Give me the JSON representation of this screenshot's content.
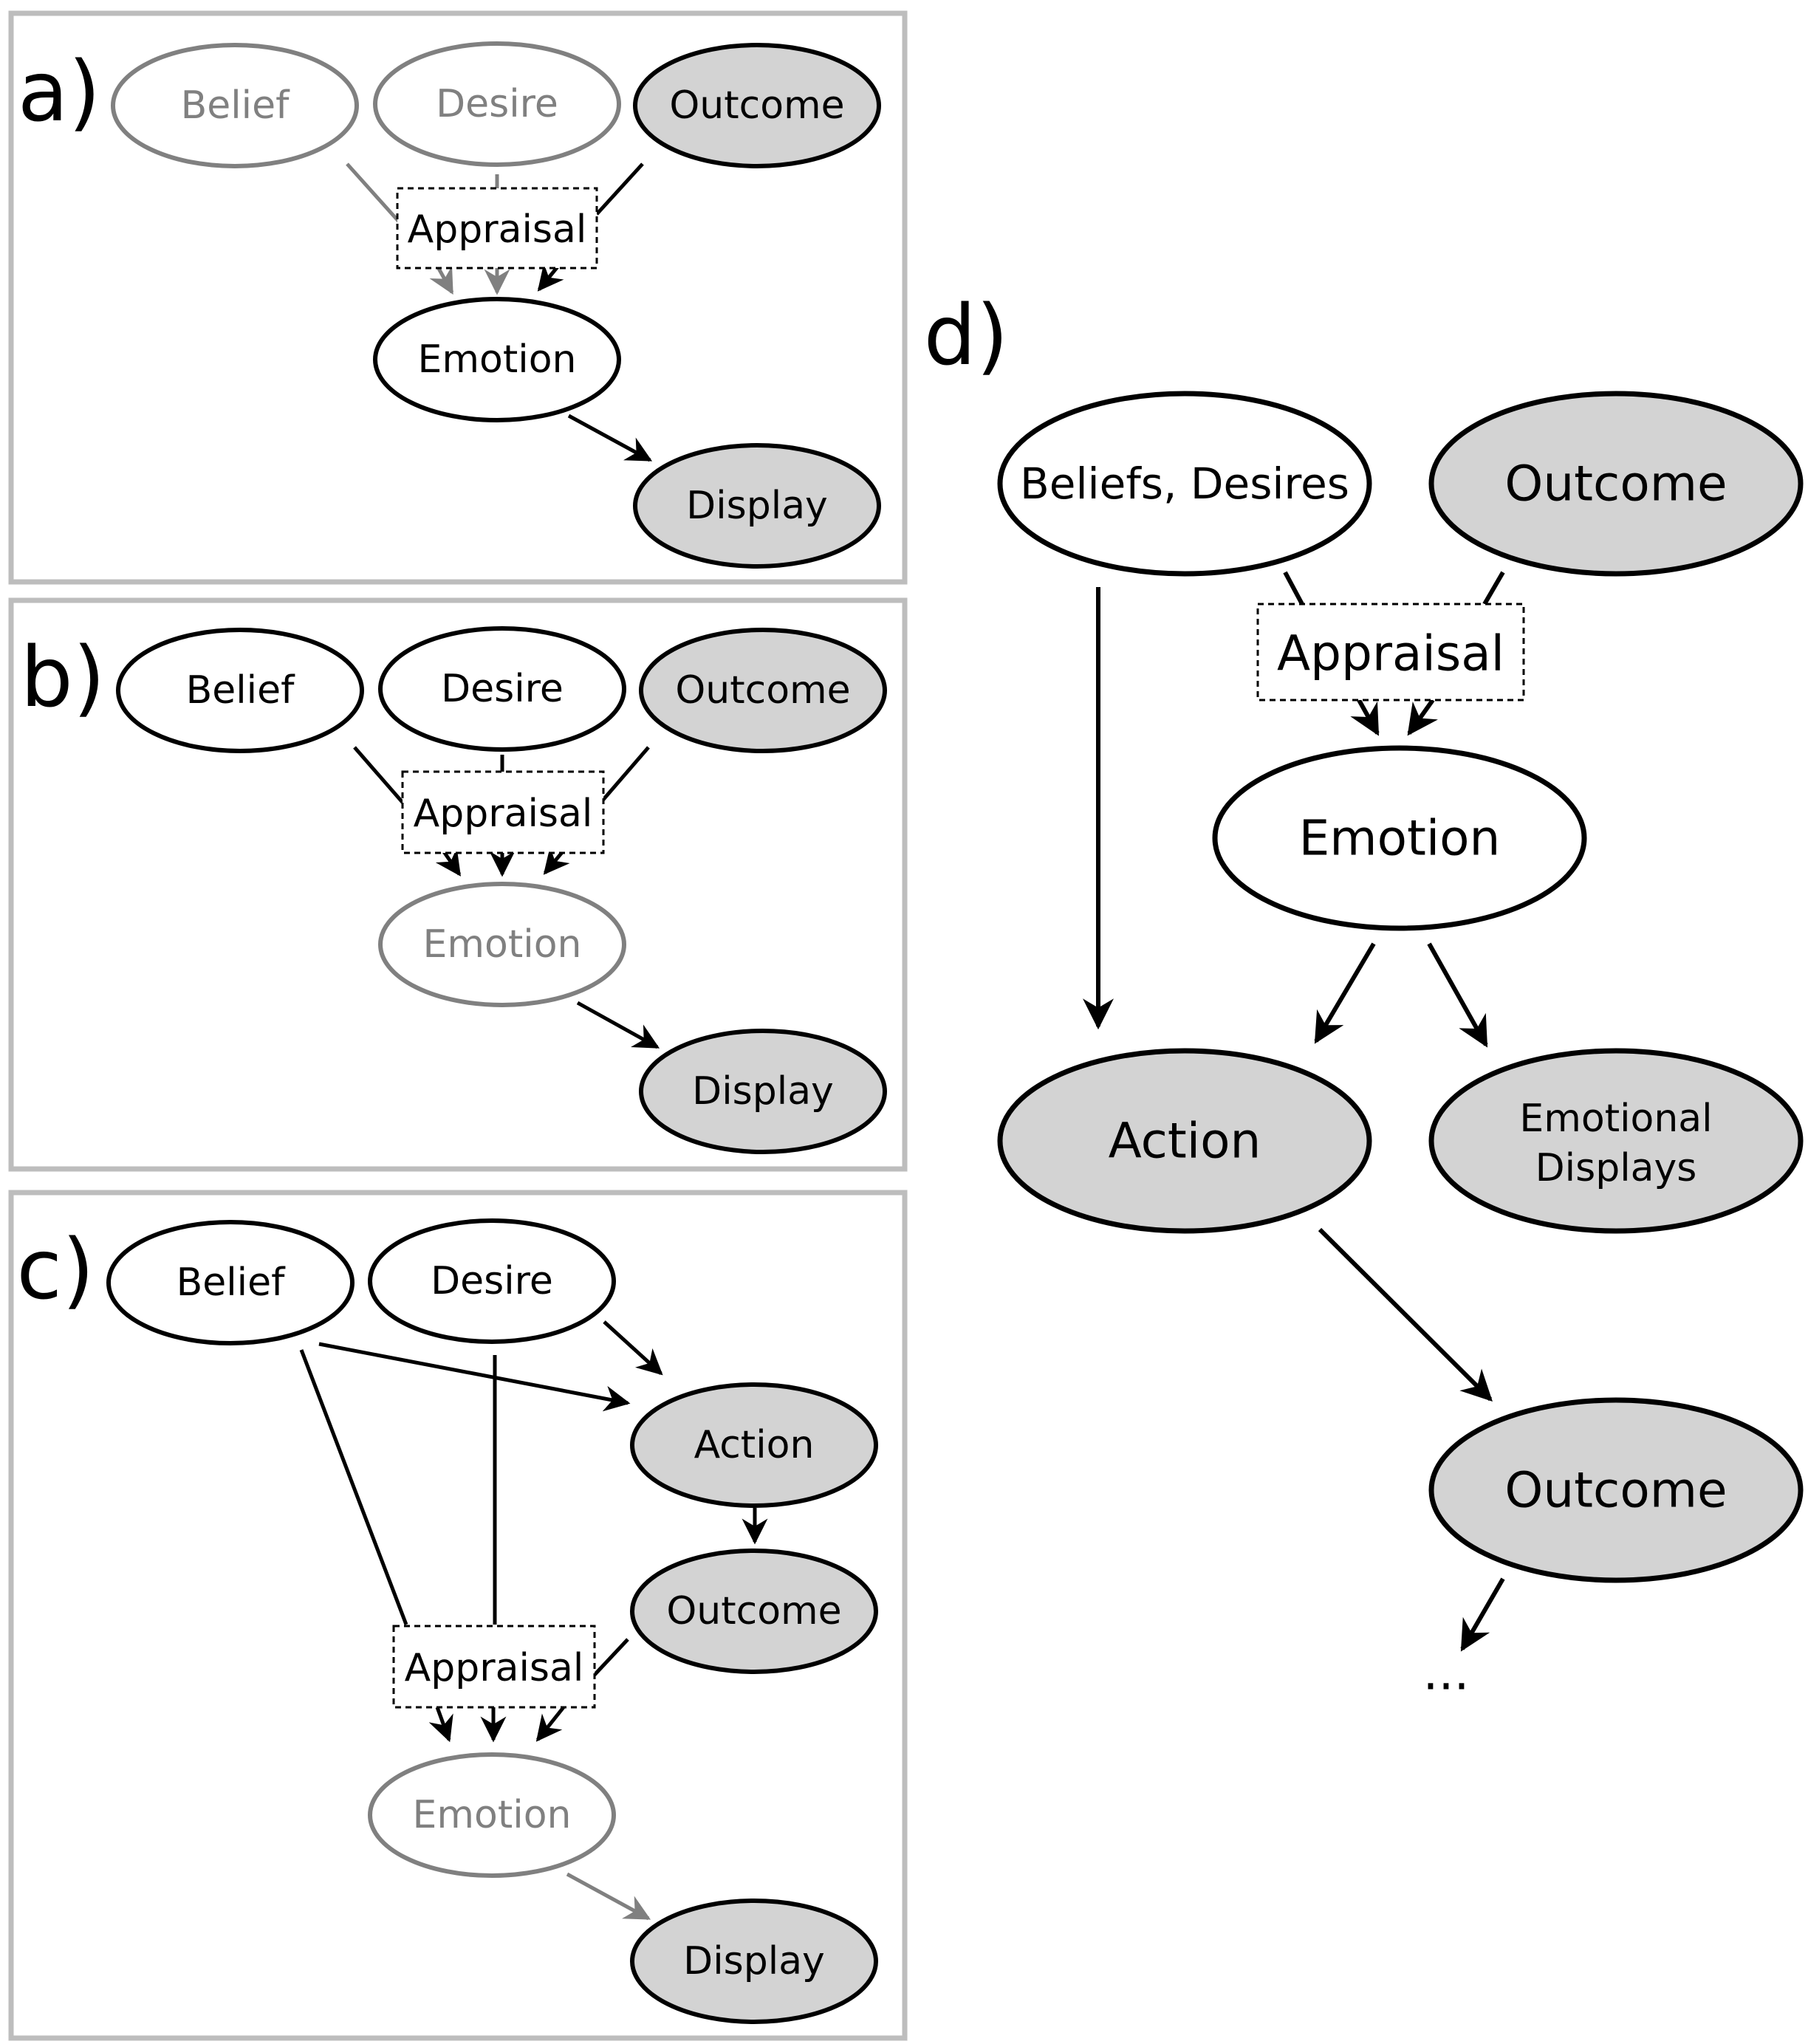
{
  "colors": {
    "observed_fill": "#d3d3d3",
    "latent_fill": "#ffffff",
    "stroke_active": "#000000",
    "stroke_faded": "#808080",
    "panel_border": "#bdbdbd"
  },
  "panels": {
    "a": {
      "label": "a)",
      "nodes": {
        "belief": "Belief",
        "desire": "Desire",
        "outcome": "Outcome",
        "appraisal": "Appraisal",
        "emotion": "Emotion",
        "display": "Display"
      }
    },
    "b": {
      "label": "b)",
      "nodes": {
        "belief": "Belief",
        "desire": "Desire",
        "outcome": "Outcome",
        "appraisal": "Appraisal",
        "emotion": "Emotion",
        "display": "Display"
      }
    },
    "c": {
      "label": "c)",
      "nodes": {
        "belief": "Belief",
        "desire": "Desire",
        "action": "Action",
        "outcome": "Outcome",
        "appraisal": "Appraisal",
        "emotion": "Emotion",
        "display": "Display"
      }
    },
    "d": {
      "label": "d)",
      "nodes": {
        "beliefs_desires": "Beliefs, Desires",
        "outcome_top": "Outcome",
        "appraisal": "Appraisal",
        "emotion": "Emotion",
        "action": "Action",
        "emotional_displays_line1": "Emotional",
        "emotional_displays_line2": "Displays",
        "outcome_bottom": "Outcome",
        "ellipsis": "..."
      }
    }
  }
}
